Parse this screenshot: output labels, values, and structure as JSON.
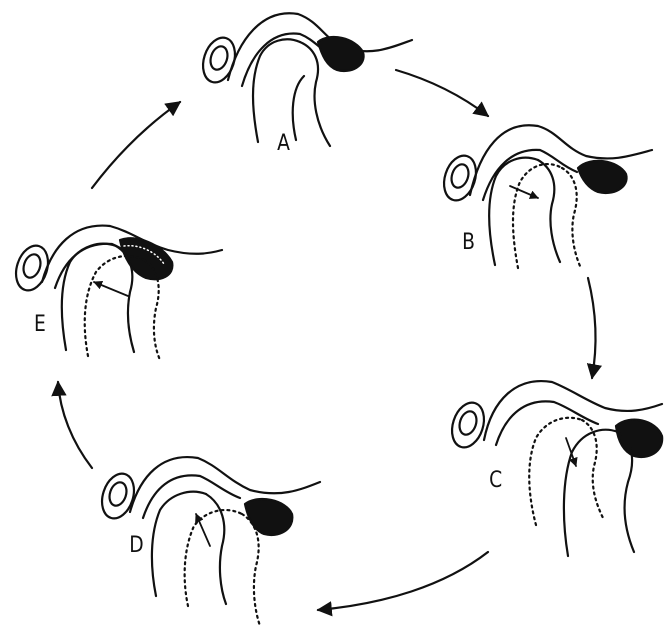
{
  "figure": {
    "stages": [
      {
        "id": "A",
        "label": "A"
      },
      {
        "id": "B",
        "label": "B"
      },
      {
        "id": "C",
        "label": "C"
      },
      {
        "id": "D",
        "label": "D"
      },
      {
        "id": "E",
        "label": "E"
      }
    ],
    "ink_color": "#111111",
    "background_color": "#ffffff"
  }
}
